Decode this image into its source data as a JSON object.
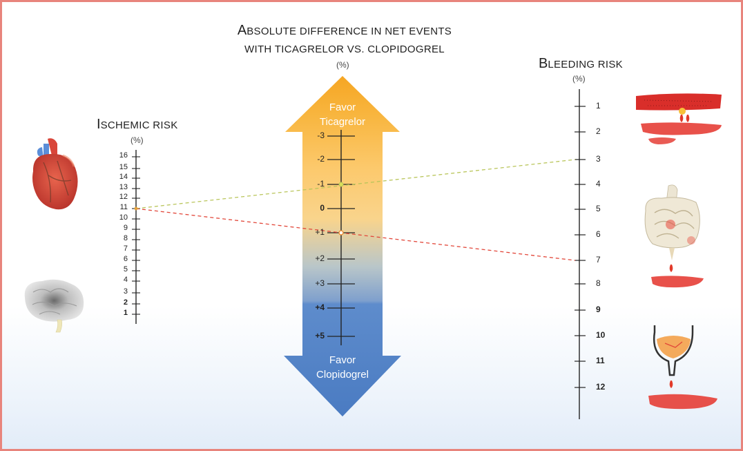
{
  "main_title": {
    "line1_cap": "A",
    "line1_rest": "bsolute difference in net events",
    "line2": "with ticagrelor vs. clopidogrel",
    "unit": "(%)"
  },
  "ischemic": {
    "title_cap": "I",
    "title_rest": "schemic risk",
    "unit": "(%)",
    "ticks": [
      "16",
      "15",
      "14",
      "13",
      "12",
      "11",
      "10",
      "9",
      "8",
      "7",
      "6",
      "5",
      "4",
      "3",
      "2",
      "1"
    ],
    "bold_ticks": [
      "1",
      "2"
    ],
    "marker_value": "11"
  },
  "center": {
    "top_label_1": "Favor",
    "top_label_2": "Ticagrelor",
    "bottom_label_1": "Favor",
    "bottom_label_2": "Clopidogrel",
    "ticks": [
      "-3",
      "-2",
      "-1",
      "0",
      "+1",
      "+2",
      "+3",
      "+4",
      "+5"
    ],
    "bold_ticks": [
      "0",
      "+4",
      "+5"
    ],
    "marker_green": "-1",
    "marker_orange": "+1"
  },
  "bleeding": {
    "title_cap": "B",
    "title_rest": "leeding risk",
    "unit": "(%)",
    "ticks": [
      "1",
      "2",
      "3",
      "4",
      "5",
      "6",
      "7",
      "8",
      "9",
      "10",
      "11",
      "12"
    ],
    "bold_ticks": [
      "9",
      "10",
      "11",
      "12"
    ],
    "marker_green": "3",
    "marker_red": "7"
  },
  "colors": {
    "border": "#e8847c",
    "orange": "#f6a623",
    "blue": "#4d7ec4",
    "green_line": "#b9c55a",
    "red_line": "#e2473a"
  }
}
